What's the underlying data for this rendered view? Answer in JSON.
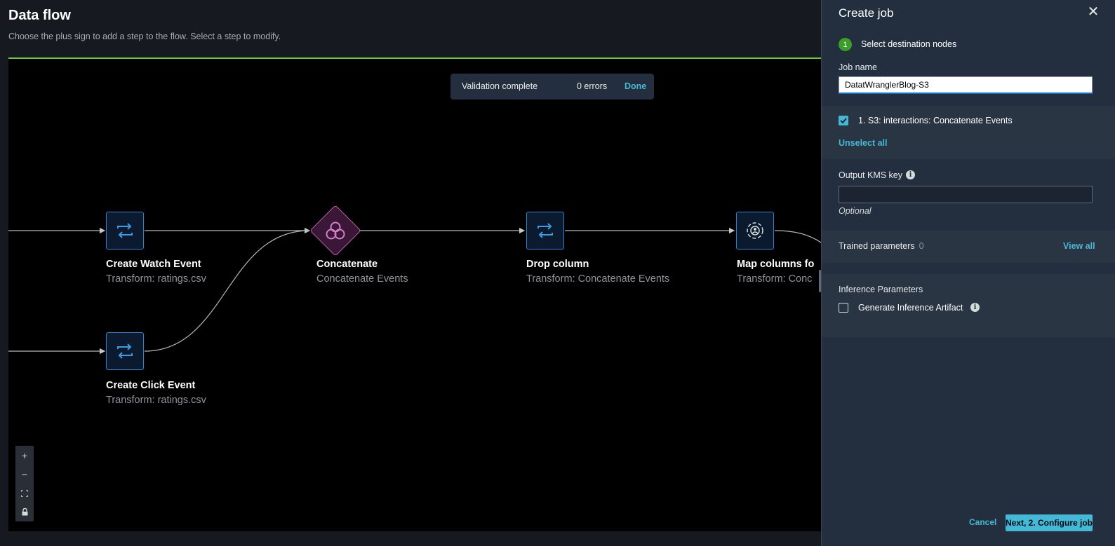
{
  "header": {
    "title": "Data flow",
    "subtitle": "Choose the plus sign to add a step to the flow. Select a step to modify."
  },
  "validation": {
    "message": "Validation complete",
    "errors": "0 errors",
    "done_label": "Done"
  },
  "nodes": {
    "create_watch": {
      "label": "Create Watch Event",
      "sub": "Transform: ratings.csv",
      "icon": "transform-icon"
    },
    "create_click": {
      "label": "Create Click Event",
      "sub": "Transform: ratings.csv",
      "icon": "transform-icon"
    },
    "concatenate": {
      "label": "Concatenate",
      "sub": "Concatenate Events",
      "icon": "concatenate-icon"
    },
    "drop_column": {
      "label": "Drop column",
      "sub": "Transform: Concatenate Events",
      "icon": "transform-icon"
    },
    "map_columns": {
      "label": "Map columns fo",
      "sub": "Transform: Conc",
      "icon": "map-columns-icon"
    }
  },
  "zoom_controls": {
    "zoom_in": "+",
    "zoom_out": "−"
  },
  "panel": {
    "title": "Create job",
    "step_number": "1",
    "step_label": "Select destination nodes",
    "job_name_label": "Job name",
    "job_name_value": "DatatWranglerBlog-S3",
    "destination_label": "1. S3: interactions: Concatenate Events",
    "unselect_all": "Unselect all",
    "kms_label": "Output KMS key",
    "kms_value": "",
    "optional": "Optional",
    "trained_label": "Trained parameters",
    "trained_count": "0",
    "view_all": "View all",
    "inference_title": "Inference Parameters",
    "inference_checkbox": "Generate Inference Artifact",
    "cancel": "Cancel",
    "next": "Next, 2. Configure job"
  },
  "colors": {
    "accent": "#44b9d6",
    "progress_line": "#6bc93a",
    "node_border": "#2b82c8",
    "concat_border": "#b45ca6"
  }
}
